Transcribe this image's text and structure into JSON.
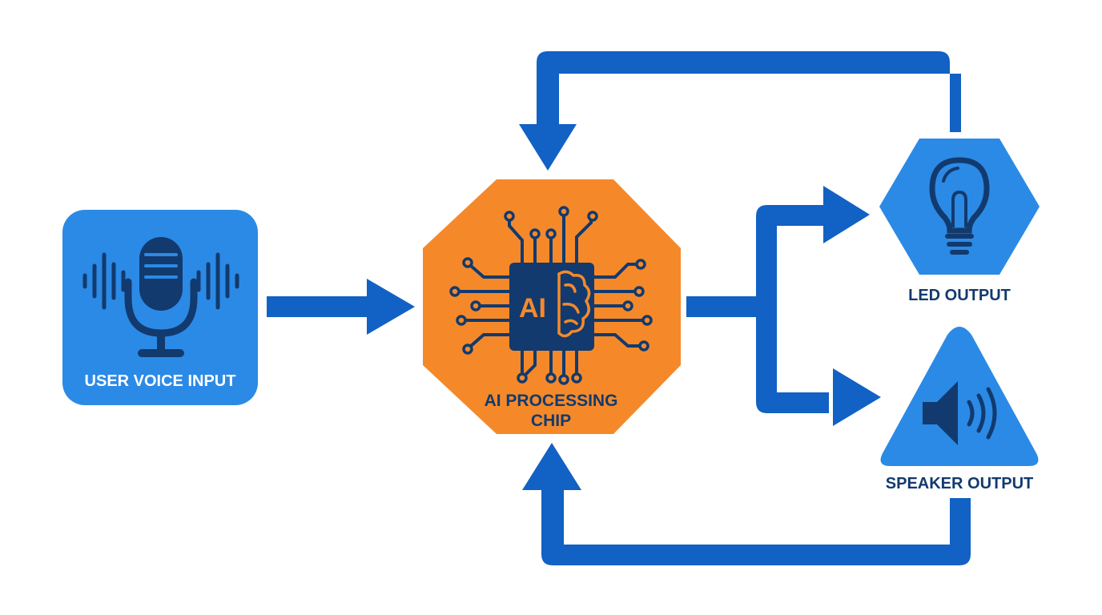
{
  "nodes": {
    "voice_input": {
      "label": "USER VOICE INPUT",
      "icon": "microphone-icon"
    },
    "ai_chip": {
      "label_line1": "AI PROCESSING",
      "label_line2": "CHIP",
      "chip_text": "AI",
      "icon": "ai-chip-icon"
    },
    "led_output": {
      "label": "LED OUTPUT",
      "icon": "light-bulb-icon"
    },
    "speaker_output": {
      "label": "SPEAKER OUTPUT",
      "icon": "speaker-icon"
    }
  },
  "colors": {
    "background": "#ffffff",
    "node_blue": "#2b8ae6",
    "connector_blue": "#1261c4",
    "chip_orange": "#f5892a",
    "icon_navy": "#123a6e",
    "label_white": "#ffffff",
    "label_navy": "#123a6e"
  }
}
